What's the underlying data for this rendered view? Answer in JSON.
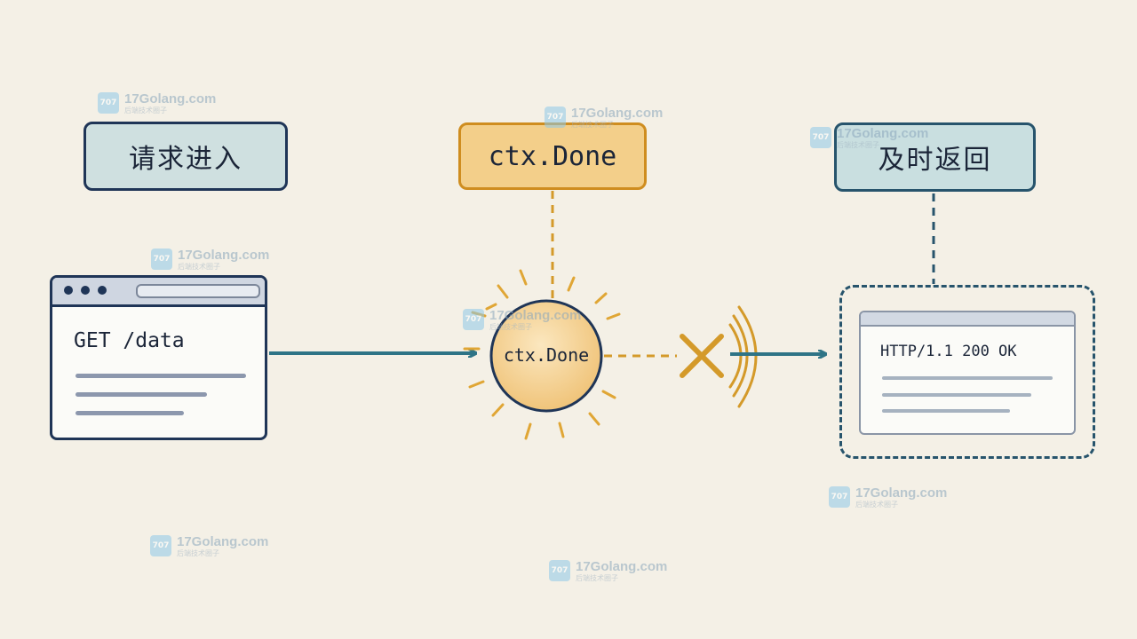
{
  "labels": {
    "request_in": "请求进入",
    "ctx_done": "ctx.Done",
    "return_now": "及时返回"
  },
  "request": {
    "text": "GET /data"
  },
  "signal": {
    "text": "ctx.Done"
  },
  "response": {
    "text": "HTTP/1.1 200 OK"
  },
  "watermark": {
    "text": "17Golang.com",
    "subtext": "后端技术圈子"
  },
  "colors": {
    "background": "#f4f0e6",
    "navy": "#1f3557",
    "teal": "#2e7486",
    "amber": "#d49a2a",
    "amber_fill": "#f3cf8a",
    "teal_fill": "#cfe0e0"
  },
  "icons": [
    "browser-window-icon",
    "cancel-x-icon",
    "signal-waves-icon"
  ]
}
